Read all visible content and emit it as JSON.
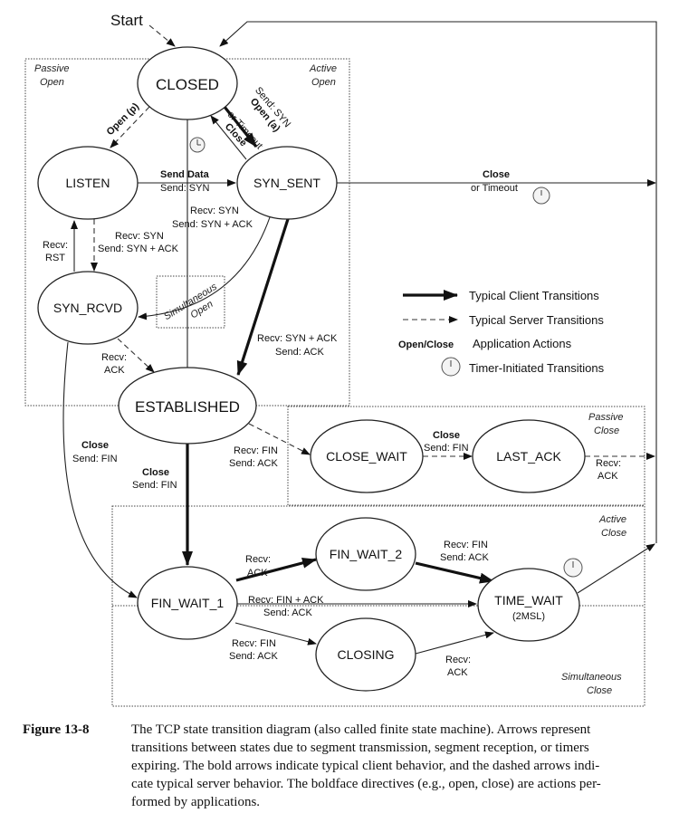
{
  "start_label": "Start",
  "states": {
    "closed": "CLOSED",
    "listen": "LISTEN",
    "syn_sent": "SYN_SENT",
    "syn_rcvd": "SYN_RCVD",
    "established": "ESTABLISHED",
    "close_wait": "CLOSE_WAIT",
    "last_ack": "LAST_ACK",
    "fin_wait_1": "FIN_WAIT_1",
    "fin_wait_2": "FIN_WAIT_2",
    "closing": "CLOSING",
    "time_wait": "TIME_WAIT",
    "time_wait_sub": "(2MSL)"
  },
  "regions": {
    "passive_open": [
      "Passive",
      "Open"
    ],
    "active_open": [
      "Active",
      "Open"
    ],
    "simultaneous_open": [
      "Simultaneous",
      "Open"
    ],
    "passive_close": [
      "Passive",
      "Close"
    ],
    "active_close": [
      "Active",
      "Close"
    ],
    "simultaneous_close": [
      "Simultaneous",
      "Close"
    ]
  },
  "labels": {
    "open_p": "Open (p)",
    "open_a": "Open (a)",
    "open_a_send": "Send: SYN",
    "close_timeout_1": "Close",
    "close_timeout_2": "or Timeout",
    "send_data": "Send Data",
    "send_data_send": "Send: SYN",
    "synsent_recv": "Recv: SYN",
    "synsent_send": "Send: SYN + ACK",
    "listen_recv": "Recv: SYN",
    "listen_send": "Send: SYN + ACK",
    "rst_1": "Recv:",
    "rst_2": "RST",
    "synrcvd_ack_1": "Recv:",
    "synrcvd_ack_2": "ACK",
    "synack_recv": "Recv: SYN + ACK",
    "synack_send": "Send: ACK",
    "synsent_close": "Close",
    "synsent_close_2": "or Timeout",
    "rcvd_close": "Close",
    "rcvd_close_send": "Send: FIN",
    "est_close": "Close",
    "est_close_send": "Send: FIN",
    "est_fin_recv": "Recv: FIN",
    "est_fin_send": "Send: ACK",
    "cw_close": "Close",
    "cw_close_send": "Send: FIN",
    "la_ack_1": "Recv:",
    "la_ack_2": "ACK",
    "fw1_ack_1": "Recv:",
    "fw1_ack_2": "ACK",
    "fw2_fin_recv": "Recv: FIN",
    "fw2_fin_send": "Send: ACK",
    "fw1_finack_recv": "Recv: FIN + ACK",
    "fw1_finack_send": "Send: ACK",
    "fw1_fin_recv": "Recv: FIN",
    "fw1_fin_send": "Send: ACK",
    "closing_ack_1": "Recv:",
    "closing_ack_2": "ACK"
  },
  "legend": {
    "client": "Typical Client Transitions",
    "server": "Typical Server Transitions",
    "actions_key": "Open/Close",
    "actions": "Application Actions",
    "timer": "Timer-Initiated Transitions"
  },
  "caption": {
    "figure": "Figure 13-8",
    "lines": [
      "The TCP state transition diagram (also called finite state machine). Arrows represent",
      "transitions between states due to segment transmission, segment reception, or timers",
      "expiring. The bold arrows indicate typical client behavior, and the dashed arrows indi-",
      "cate typical server behavior. The boldface directives (e.g., open, close) are actions per-",
      "formed by applications."
    ]
  }
}
